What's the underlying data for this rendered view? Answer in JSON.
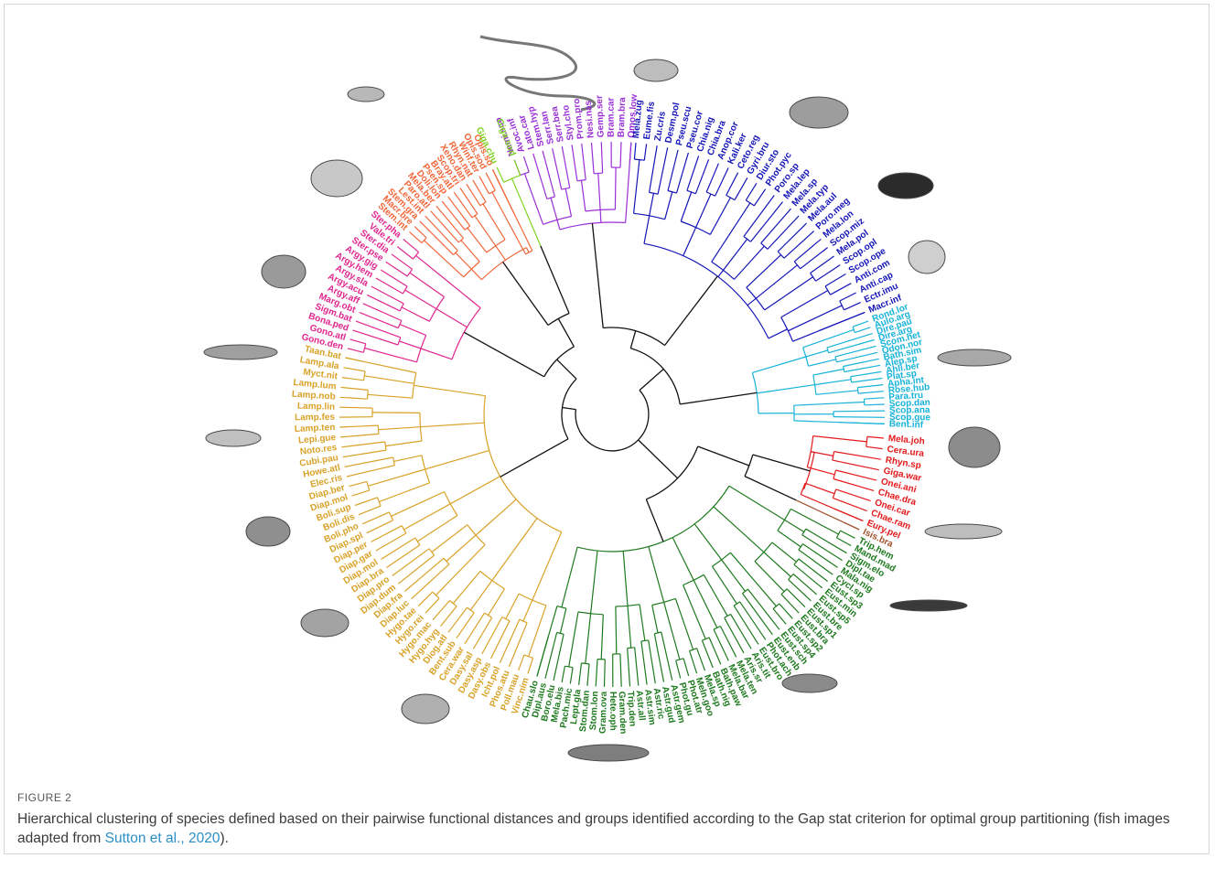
{
  "figure": {
    "label": "FIGURE 2",
    "caption_before": "Hierarchical clustering of species defined based on their pairwise functional distances and groups identified according to the Gap stat criterion for optimal group partitioning (fish images adapted from ",
    "caption_link": "Sutton et al., 2020",
    "caption_after": ")."
  },
  "colors": {
    "root": "#111111",
    "purple": "#9a2fd6",
    "blue": "#1515b8",
    "cyan": "#17b3d9",
    "red": "#e31a1c",
    "darkgreen": "#1e7a1e",
    "gold": "#d9a228",
    "magenta": "#e0268f",
    "orange": "#f2673a",
    "lime": "#7ed321",
    "brown": "#a0522d"
  },
  "clusters": [
    {
      "name": "purple",
      "color": "purple",
      "labels": [
        "Nemi.sco",
        "Avoc.inf",
        "Lato.car",
        "Stem.hyp",
        "Serr.lan",
        "Serr.bea",
        "Styl.cho",
        "Prom.pro",
        "Nesi.nas",
        "Gemp.ser",
        "Bram.car",
        "Bram.bra",
        "Omos.low"
      ]
    },
    {
      "name": "blue",
      "color": "blue",
      "labels": [
        "Mela.zug",
        "Eume.fis",
        "Zu.cris",
        "Desm.pol",
        "Pseu.scu",
        "Pseu.cor",
        "Chia.nig",
        "Chia.bra",
        "Anop.cor",
        "Kali.ker",
        "Ceto.reg",
        "Gyri.bru",
        "Diur.sto",
        "Phot.pyc",
        "Poro.sp",
        "Mela.lep",
        "Mela.sp",
        "Mela.typ",
        "Mela.aul",
        "Poro.meg",
        "Mela.lon",
        "Scop.miz",
        "Mela.pol",
        "Scop.opl",
        "Scop.ope",
        "Anti.com",
        "Anti.cap",
        "Ectr.imu",
        "Macr.inf"
      ]
    },
    {
      "name": "cyan",
      "color": "cyan",
      "labels": [
        "Rond.lor",
        "Aulo.arg",
        "Dire.pau",
        "Dire.arg",
        "Scom.het",
        "Odon.nor",
        "Bath.sim",
        "Alep.sp",
        "Ahli.ber",
        "Plat.sp",
        "Apha.int",
        "Rose.hub",
        "Para.tru",
        "Scop.dan",
        "Scop.ana",
        "Scop.gue",
        "Bent.inf"
      ]
    },
    {
      "name": "red",
      "color": "red",
      "labels": [
        "Mela.joh",
        "Cera.ura",
        "Rhyn.sp",
        "Giga.war",
        "Onei.ani",
        "Chae.dra",
        "Onei.car",
        "Chae.ram",
        "Eury.pel"
      ]
    },
    {
      "name": "brown",
      "color": "brown",
      "labels": [
        "Isis.bra"
      ]
    },
    {
      "name": "darkgreen",
      "color": "darkgreen",
      "labels": [
        "Trip.hem",
        "Mand.mad",
        "Sigm.elo",
        "Dipl.tae",
        "Mala.nig",
        "Cycl.sp",
        "Eust.sp3",
        "Eust.min",
        "Eust.sp5",
        "Eust.bre",
        "Eust.sp1",
        "Eust.bra",
        "Eust.sp2",
        "Eust.sp4",
        "Eust.sch",
        "Eust.enb",
        "Phot.ach",
        "Eust.bro",
        "Aris.tit",
        "Aris.sr",
        "Mela.ten",
        "Mela.bar",
        "Bath.paw",
        "Bath.nig",
        "Mela.sp",
        "Meln.goo",
        "Phot.atr",
        "Phot.gu",
        "Astr.gem",
        "Astr.gud",
        "Astr.ric",
        "Astr.sim",
        "Astr.all",
        "Trip.den",
        "Gram.den",
        "Hete.oph",
        "Gram.ova",
        "Stom.lon",
        "Stom.dan",
        "Lept.gla",
        "Pach.mic",
        "Mela.bis",
        "Boro.elu",
        "Dipl.aus",
        "Chau.slo"
      ]
    },
    {
      "name": "gold",
      "color": "gold",
      "labels": [
        "Vinc.nim",
        "Poll.mau",
        "Phos.atu",
        "Icht.pol",
        "Dasy.obs",
        "Dasy.asp",
        "Dasy.sal",
        "Cera.war",
        "Bent.sub",
        "Diog.atl",
        "Hygo.hyg",
        "Hygo.mac",
        "Hygo.rei",
        "Hygo.tae",
        "Diap.luc",
        "Diap.fra",
        "Diap.dum",
        "Diap.pro",
        "Diap.bra",
        "Diap.mol",
        "Diap.gar",
        "Diap.per",
        "Diap.spl",
        "Boli.pho",
        "Boli.dis",
        "Boli.sup",
        "Diap.mol",
        "Diap.ber",
        "Elec.ris",
        "Howe.atl",
        "Cubi.pau",
        "Noto.res",
        "Lepi.gue",
        "Lamp.ten",
        "Lamp.fes",
        "Lamp.lin",
        "Lamp.nob",
        "Lamp.lum",
        "Myct.nit",
        "Lamp.ala",
        "Taan.bat"
      ]
    },
    {
      "name": "magenta",
      "color": "magenta",
      "labels": [
        "Gono.den",
        "Gono.atl",
        "Bona.ped",
        "Sigm.bat",
        "Marg.obt",
        "Argy.aff",
        "Argy.acu",
        "Argy.sla",
        "Argy.hem",
        "Argy.gig",
        "Ster.pse",
        "Ster.dia",
        "Vale.tri",
        "Ster.pha"
      ]
    },
    {
      "name": "orange",
      "color": "orange",
      "labels": [
        "Stem.int",
        "Macr.bre",
        "Stem.gra",
        "Lest.int",
        "Paro.atl",
        "Mela.ber",
        "Doli.lon",
        "Psen.sp",
        "Bray.atl",
        "Scop.tri",
        "Xeno.dan",
        "Rhyn.nat",
        "Winf.ter",
        "Opis.sod",
        "Opis.so"
      ]
    },
    {
      "name": "lime",
      "color": "lime",
      "labels": [
        "Giga.chu",
        "Giga.sod"
      ]
    }
  ]
}
